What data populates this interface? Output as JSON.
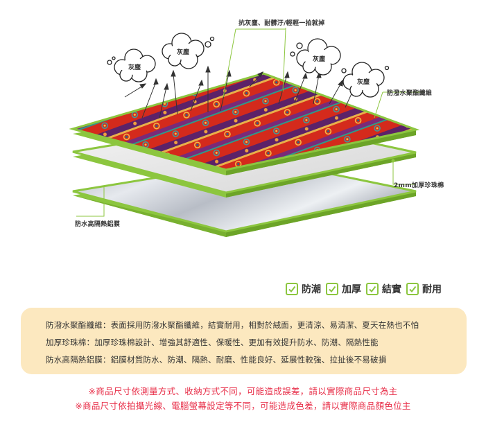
{
  "diagram": {
    "callouts": {
      "top": "抗灰塵、耐髒汙/輕輕一拍就掉",
      "fabric": "防潑水聚酯纖維",
      "foam": "2mm加厚珍珠棉",
      "foil": "防水高隔熱鋁膜"
    },
    "dust_clouds": [
      "灰塵",
      "灰塵",
      "灰塵",
      "灰塵"
    ],
    "colors": {
      "accent_green": "#8cc63f",
      "fabric_red": "#d42a1c",
      "fabric_purple": "#5c2268",
      "foam_gray": "#e4e4e4",
      "foil_silver": "#c4c9d2"
    }
  },
  "features": [
    {
      "label": "防潮",
      "icon": "checkmark-icon"
    },
    {
      "label": "加厚",
      "icon": "checkmark-icon"
    },
    {
      "label": "結實",
      "icon": "checkmark-icon"
    },
    {
      "label": "耐用",
      "icon": "checkmark-icon"
    }
  ],
  "info": {
    "lines": [
      "防潑水聚酯纖維：表面採用防潑水聚酯纖維，結實耐用，相對於絨面，更清涼、易清潔、夏天在熱也不怕",
      "加厚珍珠棉：加厚珍珠棉設計、增強其舒適性、保暖性、更加有效提升防水、防潮、隔熱性能",
      "防水高隔熱鋁膜：鋁膜材質防水、防潮、隔熱、耐磨、性能良好、延展性較強、拉扯後不易破損"
    ],
    "background": "#fce8bf"
  },
  "notes": [
    "※商品尺寸依測量方式、收納方式不同，可能造成誤差，請以實際商品尺寸為主",
    "※商品尺寸依拍攝光線、電腦螢幕設定等不同，可能造成色差，請以實際商品顏色位主"
  ],
  "note_color": "#e8304a"
}
